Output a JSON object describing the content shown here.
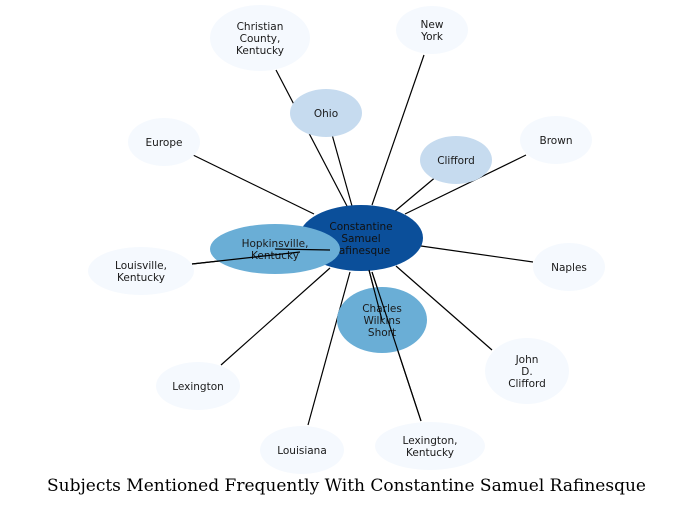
{
  "caption": "Subjects Mentioned Frequently With Constantine Samuel Rafinesque",
  "colors": {
    "center": "#0b4f9a",
    "strong": "#6aaed6",
    "medium": "#c6dbef",
    "light": "#f5f9fe",
    "edge": "#000000"
  },
  "center": {
    "id": "rafinesque",
    "lines": [
      "Constantine",
      "Samuel",
      "Rafinesque"
    ],
    "tone": "center"
  },
  "nodes": [
    {
      "id": "christian-county",
      "lines": [
        "Christian",
        "County,",
        "Kentucky"
      ],
      "tone": "light"
    },
    {
      "id": "new-york",
      "lines": [
        "New",
        "York"
      ],
      "tone": "light"
    },
    {
      "id": "ohio",
      "lines": [
        "Ohio"
      ],
      "tone": "medium"
    },
    {
      "id": "europe",
      "lines": [
        "Europe"
      ],
      "tone": "light"
    },
    {
      "id": "clifford",
      "lines": [
        "Clifford"
      ],
      "tone": "medium"
    },
    {
      "id": "brown",
      "lines": [
        "Brown"
      ],
      "tone": "light"
    },
    {
      "id": "hopkinsville",
      "lines": [
        "Hopkinsville,",
        "Kentucky"
      ],
      "tone": "strong"
    },
    {
      "id": "louisville",
      "lines": [
        "Louisville,",
        "Kentucky"
      ],
      "tone": "light"
    },
    {
      "id": "naples",
      "lines": [
        "Naples"
      ],
      "tone": "light"
    },
    {
      "id": "charles-short",
      "lines": [
        "Charles",
        "Wilkins",
        "Short"
      ],
      "tone": "strong"
    },
    {
      "id": "john-clifford",
      "lines": [
        "John",
        "D.",
        "Clifford"
      ],
      "tone": "light"
    },
    {
      "id": "lexington",
      "lines": [
        "Lexington"
      ],
      "tone": "light"
    },
    {
      "id": "louisiana",
      "lines": [
        "Louisiana"
      ],
      "tone": "light"
    },
    {
      "id": "lexington-ky",
      "lines": [
        "Lexington,",
        "Kentucky"
      ],
      "tone": "light"
    }
  ]
}
